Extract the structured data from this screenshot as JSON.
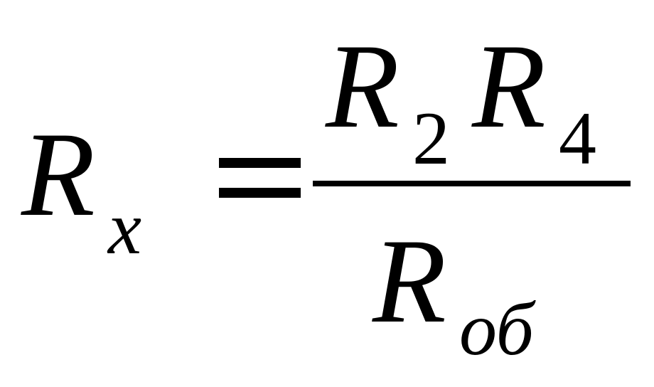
{
  "formula": {
    "lhs": {
      "symbol": "R",
      "subscript": "x"
    },
    "operator": "=",
    "numerator": {
      "term1": {
        "symbol": "R",
        "subscript": "2"
      },
      "term2": {
        "symbol": "R",
        "subscript": "4"
      }
    },
    "denominator": {
      "symbol": "R",
      "subscript": "об"
    }
  }
}
